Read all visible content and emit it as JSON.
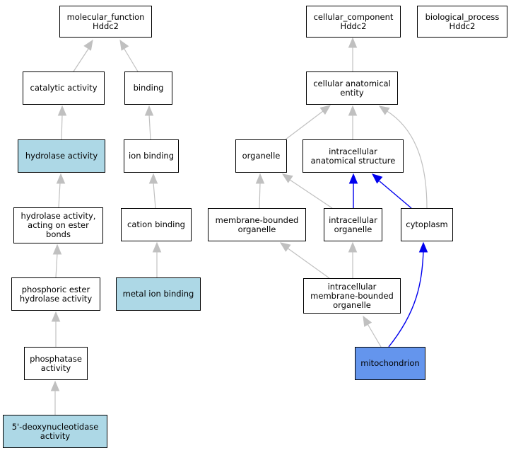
{
  "colors": {
    "highlight": "#add8e6",
    "selected": "#6495ed",
    "edge_default": "#c0c0c0",
    "edge_strong": "#0000ee"
  },
  "nodes": {
    "molecular_function": {
      "label": "molecular_function\nHddc2"
    },
    "cellular_component": {
      "label": "cellular_component\nHddc2"
    },
    "biological_process": {
      "label": "biological_process\nHddc2"
    },
    "catalytic_activity": {
      "label": "catalytic activity"
    },
    "binding": {
      "label": "binding"
    },
    "cellular_anatomical_entity": {
      "label": "cellular anatomical\nentity"
    },
    "hydrolase_activity": {
      "label": "hydrolase activity"
    },
    "ion_binding": {
      "label": "ion binding"
    },
    "organelle": {
      "label": "organelle"
    },
    "intracellular_anatomical_structure": {
      "label": "intracellular\nanatomical structure"
    },
    "hydrolase_activity_ester": {
      "label": "hydrolase activity,\nacting on ester\nbonds"
    },
    "cation_binding": {
      "label": "cation binding"
    },
    "membrane_bounded_organelle": {
      "label": "membrane-bounded\norganelle"
    },
    "intracellular_organelle": {
      "label": "intracellular\norganelle"
    },
    "cytoplasm": {
      "label": "cytoplasm"
    },
    "phosphoric_ester_hydrolase": {
      "label": "phosphoric ester\nhydrolase activity"
    },
    "metal_ion_binding": {
      "label": "metal ion binding"
    },
    "intracellular_mb_organelle": {
      "label": "intracellular\nmembrane-bounded\norganelle"
    },
    "phosphatase_activity": {
      "label": "phosphatase\nactivity"
    },
    "mitochondrion": {
      "label": "mitochondrion"
    },
    "deoxynucleotidase": {
      "label": "5'-deoxynucleotidase\nactivity"
    }
  }
}
